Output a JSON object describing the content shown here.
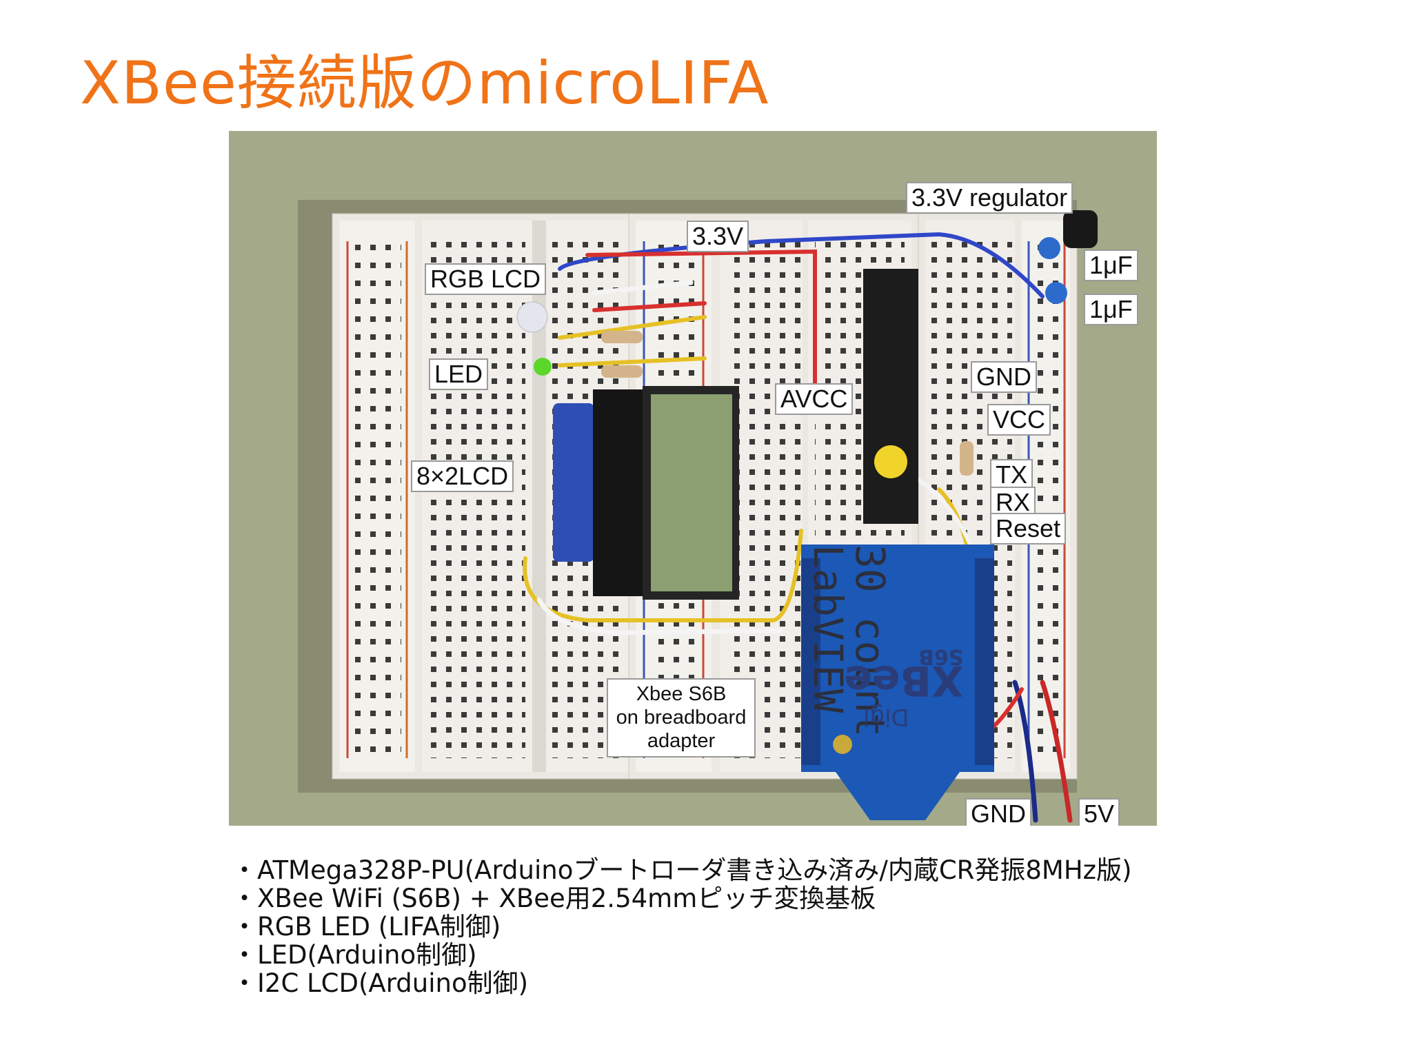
{
  "slide": {
    "title": "XBee接続版のmicroLIFA",
    "title_color": "#f07318"
  },
  "photo": {
    "callouts": {
      "v33_regulator": "3.3V regulator",
      "v33": "3.3V",
      "cap1": "1μF",
      "cap2": "1μF",
      "rgb_lcd": "RGB LCD",
      "led": "LED",
      "avcc": "AVCC",
      "gnd_top": "GND",
      "vcc": "VCC",
      "lcd_8x2": "8×2LCD",
      "tx": "TX",
      "rx": "RX",
      "reset": "Reset",
      "xbee_adapter": "Xbee S6B\non breadboard\nadapter",
      "gnd_bottom": "GND",
      "v5": "5V"
    },
    "lcd_text": "30 count\nLabVIEW",
    "xbee_brand": "XBee",
    "xbee_model": "S6B",
    "xbee_maker": "Digi"
  },
  "bullets": [
    "・ATMega328P-PU(Arduinoブートローダ書き込み済み/内蔵CR発振8MHz版)",
    "・XBee WiFi (S6B) + XBee用2.54mmピッチ変換基板",
    "・RGB LED (LIFA制御)",
    "・LED(Arduino制御)",
    "・I2C LCD(Arduino制御)"
  ]
}
